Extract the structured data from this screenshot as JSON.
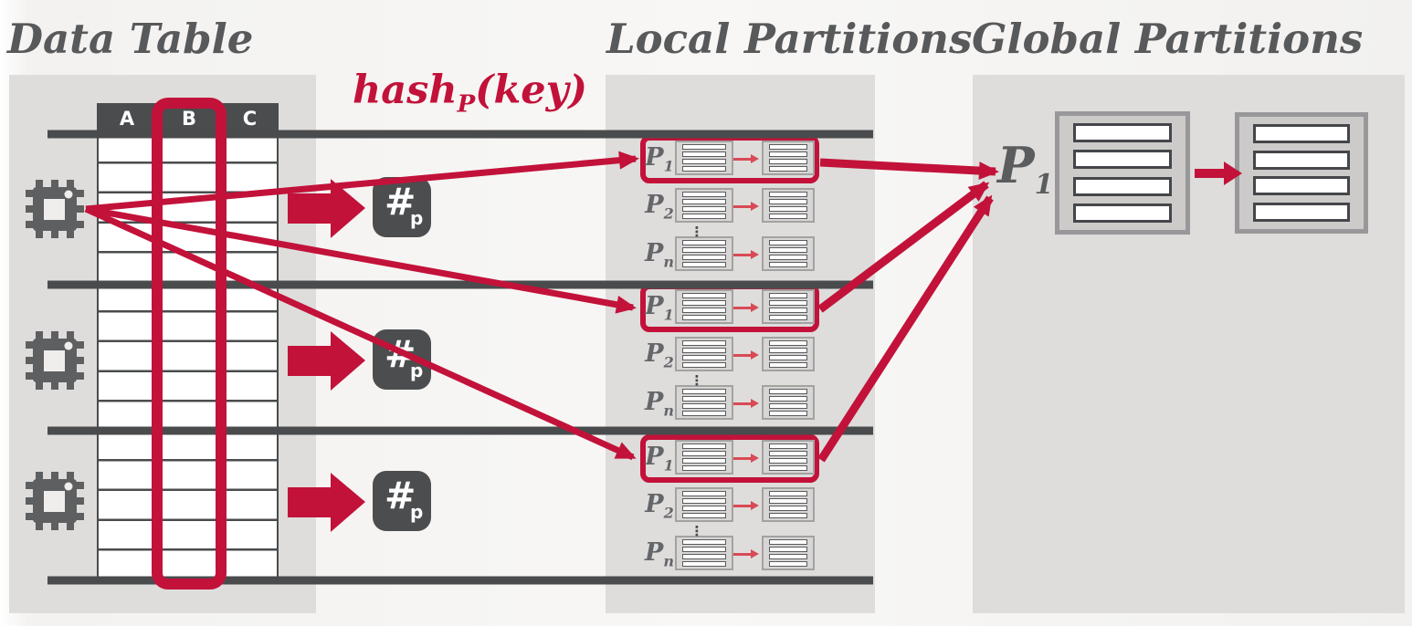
{
  "titles": {
    "data_table": "Data Table",
    "local_partitions": "Local Partitions",
    "global_partitions": "Global Partitions"
  },
  "hash_label": {
    "base": "hash",
    "sub": "P",
    "args": "(key)"
  },
  "hash_icon": {
    "symbol": "#",
    "sub": "p"
  },
  "data_table": {
    "columns": [
      "A",
      "B",
      "C"
    ],
    "highlighted_column": "B",
    "row_count": 15,
    "node_section_count": 3
  },
  "local_partitions": {
    "groups": [
      {
        "ellipsis": "⋮",
        "rows": [
          {
            "label": "P",
            "sub": "1",
            "highlighted": true
          },
          {
            "label": "P",
            "sub": "2",
            "highlighted": false
          },
          {
            "label": "P",
            "sub": "n",
            "highlighted": false
          }
        ]
      },
      {
        "ellipsis": "⋮",
        "rows": [
          {
            "label": "P",
            "sub": "1",
            "highlighted": true
          },
          {
            "label": "P",
            "sub": "2",
            "highlighted": false
          },
          {
            "label": "P",
            "sub": "n",
            "highlighted": false
          }
        ]
      },
      {
        "ellipsis": "⋮",
        "rows": [
          {
            "label": "P",
            "sub": "1",
            "highlighted": true
          },
          {
            "label": "P",
            "sub": "2",
            "highlighted": false
          },
          {
            "label": "P",
            "sub": "n",
            "highlighted": false
          }
        ]
      }
    ]
  },
  "global_partition": {
    "label": "P",
    "sub": "1"
  },
  "colors": {
    "accent_red": "#c2123a",
    "mini_arrow_red": "#d84a55",
    "dark_gray": "#4a4b4d",
    "panel_gray": "#dedddb",
    "title_gray": "#58595b"
  }
}
